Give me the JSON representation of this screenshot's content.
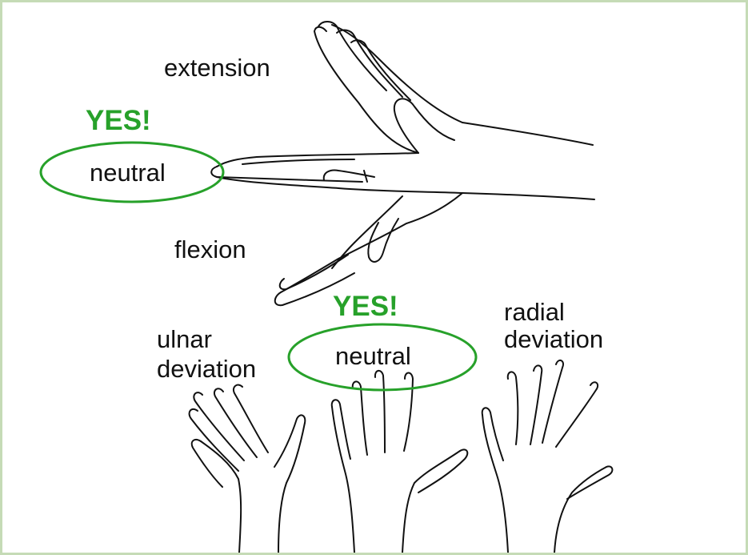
{
  "labels": {
    "extension": "extension",
    "flexion": "flexion",
    "ulnar_deviation": [
      "ulnar",
      "deviation"
    ],
    "radial_deviation": [
      "radial",
      "deviation"
    ],
    "neutral_top": "neutral",
    "neutral_bottom": "neutral",
    "yes_top": "YES!",
    "yes_bottom": "YES!"
  },
  "colors": {
    "accent_green": "#27a12a",
    "frame_border": "#c5dbb6",
    "line_art": "#111111"
  },
  "icons": {
    "wrist_side": "hand-side-view-icon",
    "hand_ulnar": "hand-ulnar-deviation-icon",
    "hand_neutral": "hand-neutral-icon",
    "hand_radial": "hand-radial-deviation-icon"
  }
}
